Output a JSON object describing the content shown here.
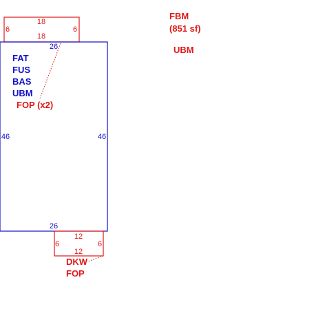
{
  "colors": {
    "main_structure": "#1010c8",
    "additions": "#e01818",
    "background": "#ffffff"
  },
  "top_addition": {
    "top_dim": "18",
    "bottom_dim": "18",
    "left_dim": "6",
    "right_dim": "6"
  },
  "main_structure": {
    "top_dim": "26",
    "bottom_dim": "26",
    "left_dim": "46",
    "right_dim": "46",
    "codes": [
      "FAT",
      "FUS",
      "BAS",
      "UBM"
    ],
    "addition_code": "FOP (x2)"
  },
  "bottom_addition": {
    "top_dim": "12",
    "bottom_dim": "12",
    "left_dim": "6",
    "right_dim": "6",
    "codes": [
      "DKW",
      "FOP"
    ]
  },
  "area_label": {
    "code": "FBM",
    "area": "(851 sf)",
    "note": "UBM"
  }
}
